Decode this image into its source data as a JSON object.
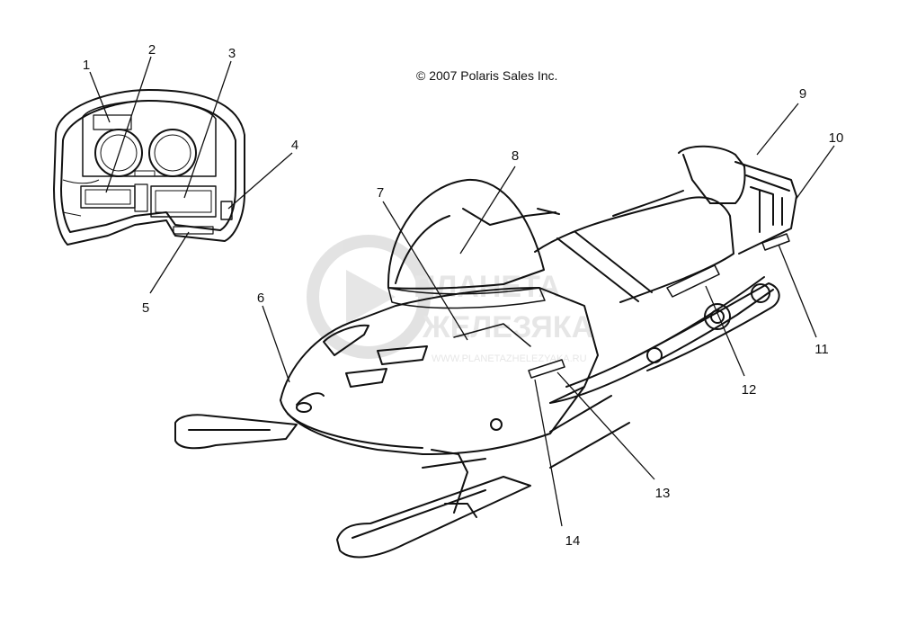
{
  "copyright": "© 2007 Polaris Sales Inc.",
  "watermark": {
    "line1": "ПЛАНЕТА",
    "line2": "ЖЕЛЕЗЯКА",
    "line3": "WWW.PLANETAZHELEZYAKA.RU"
  },
  "callouts": [
    {
      "id": "1",
      "label": "1"
    },
    {
      "id": "2",
      "label": "2"
    },
    {
      "id": "3",
      "label": "3"
    },
    {
      "id": "4",
      "label": "4"
    },
    {
      "id": "5",
      "label": "5"
    },
    {
      "id": "6",
      "label": "6"
    },
    {
      "id": "7",
      "label": "7"
    },
    {
      "id": "8",
      "label": "8"
    },
    {
      "id": "9",
      "label": "9"
    },
    {
      "id": "10",
      "label": "10"
    },
    {
      "id": "11",
      "label": "11"
    },
    {
      "id": "12",
      "label": "12"
    },
    {
      "id": "13",
      "label": "13"
    },
    {
      "id": "14",
      "label": "14"
    }
  ]
}
